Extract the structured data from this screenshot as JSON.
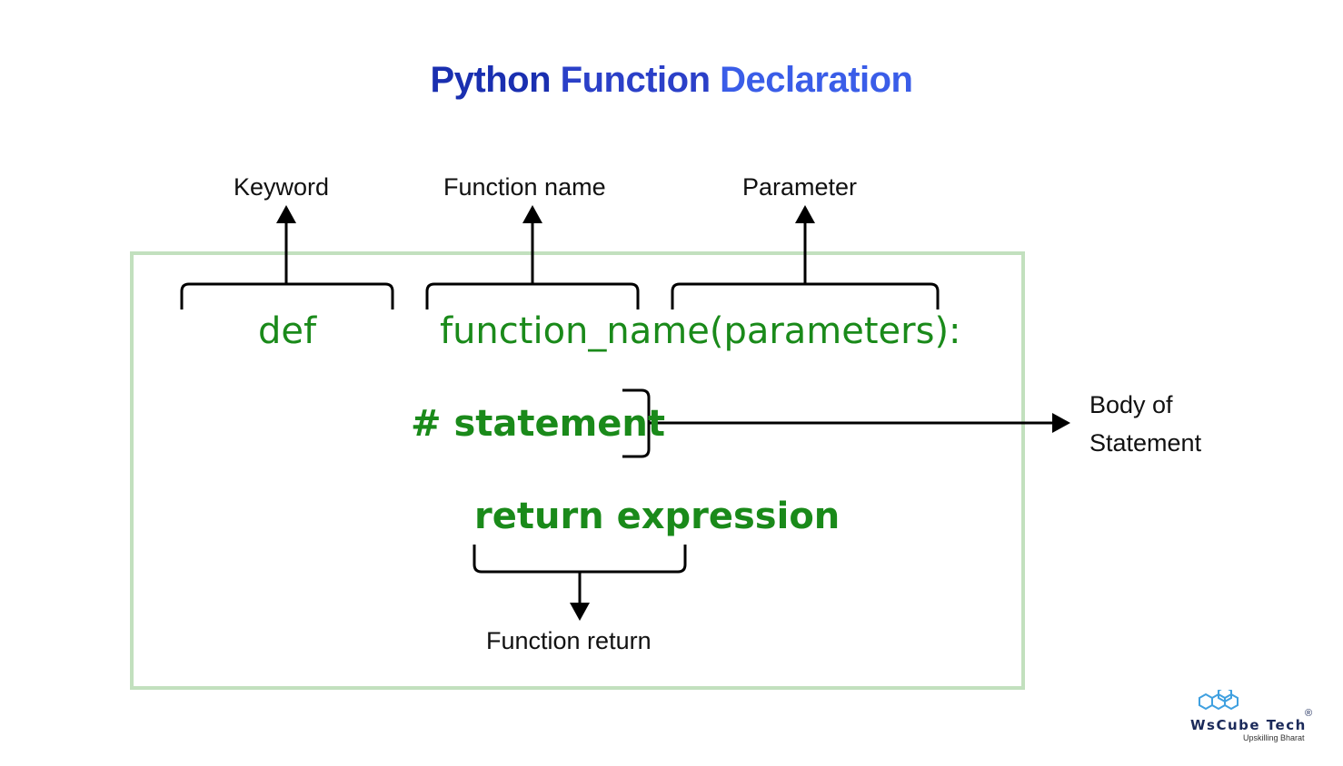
{
  "title": {
    "part1": "Python",
    "part2": "Function",
    "part3": "Declaration"
  },
  "labels": {
    "keyword": "Keyword",
    "function_name": "Function name",
    "parameter": "Parameter",
    "body_line1": "Body of",
    "body_line2": "Statement",
    "function_return": "Function return"
  },
  "code": {
    "def": "def",
    "signature": "function_name(parameters):",
    "statement": "# statement",
    "return_expr": "return expression"
  },
  "logo": {
    "name": "WsCube Tech",
    "registered": "®",
    "tagline": "Upskilling Bharat"
  },
  "colors": {
    "title_dark": "#1a2fb0",
    "title_light": "#3a5de8",
    "code_green": "#1a8a1a",
    "box_border": "#c2e0be",
    "arrows": "#000000"
  }
}
